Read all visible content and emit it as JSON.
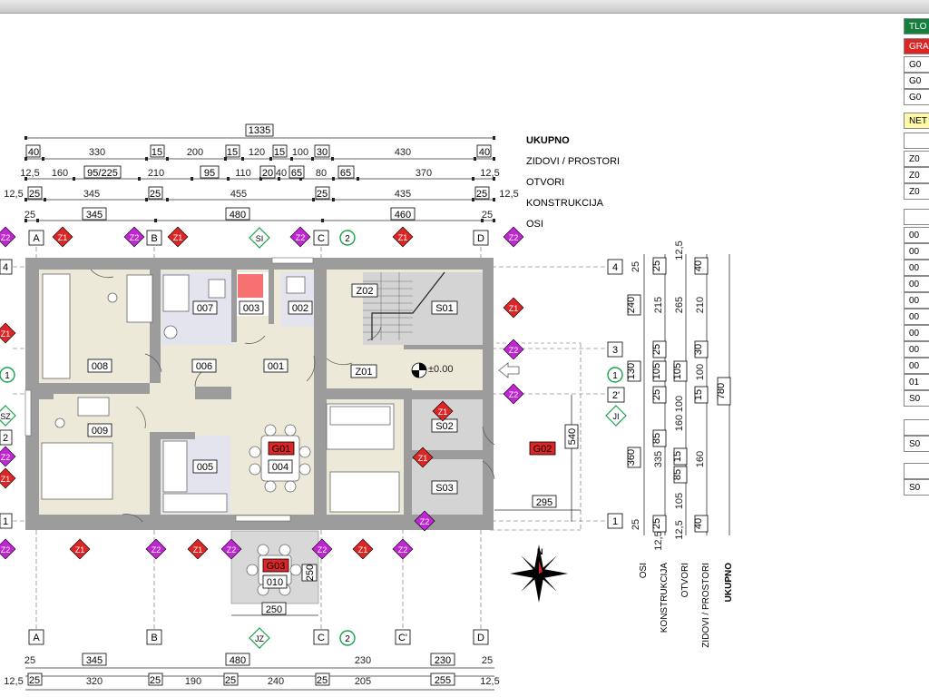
{
  "window": {
    "title": ""
  },
  "overall_length": "1335",
  "row_labels": [
    "UKUPNO",
    "ZIDOVI / PROSTORI",
    "OTVORI",
    "KONSTRUKCIJA",
    "OSI"
  ],
  "dims_top": {
    "row1": [
      "40",
      "330",
      "15",
      "200",
      "15",
      "120",
      "15",
      "100",
      "30",
      "430",
      "40"
    ],
    "row2": [
      "12,5",
      "160",
      "95/225",
      "210",
      "95",
      "110",
      "20",
      "40",
      "65",
      "80",
      "65",
      "370",
      "12,5"
    ],
    "row3": [
      "12,5",
      "25",
      "345",
      "25",
      "455",
      "25",
      "435",
      "25",
      "12,5"
    ],
    "row4": [
      "25",
      "345",
      "480",
      "460",
      "25"
    ]
  },
  "dims_bottom": {
    "row1": [
      "25",
      "345",
      "480",
      "230",
      "230",
      "25"
    ],
    "row2": [
      "12,5",
      "25",
      "320",
      "25",
      "190",
      "25",
      "240",
      "25",
      "205",
      "255",
      "12,5"
    ]
  },
  "axes": {
    "A": "A",
    "B": "B",
    "C": "C",
    "C_prime": "C'",
    "D": "D",
    "ax1": "1",
    "ax2": "2",
    "ax2p": "2'",
    "ax3": "3",
    "ax4": "4"
  },
  "markers": {
    "Z1": "Z1",
    "Z2": "Z2",
    "SI": "SI",
    "JI": "JI",
    "SZ": "SZ",
    "JZ": "JZ",
    "one": "1",
    "two": "2"
  },
  "rooms": {
    "r007": "007",
    "r003": "003",
    "r002": "002",
    "rZ02": "Z02",
    "rS01": "S01",
    "r008": "008",
    "r006": "006",
    "r001": "001",
    "rZ01": "Z01",
    "r009": "009",
    "rS02": "S02",
    "r005": "005",
    "r004": "004",
    "rS03": "S03",
    "r010": "010",
    "G01": "G01",
    "G02": "G02",
    "G03": "G03"
  },
  "level_mark": "±0.00",
  "side_dims": {
    "osi": [
      "25",
      "240",
      "130",
      "360",
      "25"
    ],
    "konstrukcija": [
      "25",
      "215",
      "25",
      "105",
      "25",
      "85",
      "335",
      "25",
      "12,5"
    ],
    "otvori": [
      "12,5",
      "265",
      "105",
      "100",
      "15",
      "85",
      "160",
      "105",
      "12,5"
    ],
    "zidovi": [
      "40",
      "210",
      "30",
      "100",
      "15",
      "160",
      "40"
    ],
    "ukupno": "780",
    "small_540": "540",
    "small_295": "295",
    "terrace_250a": "250",
    "terrace_250b": "250"
  },
  "side_labels": [
    "OSI",
    "KONSTRUKCIJA",
    "OTVORI",
    "ZIDOVI / PROSTORI",
    "UKUPNO"
  ],
  "legend": {
    "tlo": "TLO",
    "gra": "GRA",
    "g1": "G0",
    "g2": "G0",
    "g3": "G0",
    "neto": "NET",
    "z1": "Z0",
    "z2": "Z0",
    "z3": "Z0",
    "o": [
      "00",
      "00",
      "00",
      "00",
      "00",
      "00",
      "00",
      "00",
      "00",
      "01",
      "S0"
    ],
    "s1": "S0",
    "s2": "S0"
  },
  "colors": {
    "floor": "#ece9d8",
    "wall": "#9c9c9c",
    "stair": "#d2d2d2",
    "red": "#dc2626",
    "magenta": "#c026d3",
    "green": "#16a34a",
    "yellow": "#fff8a8"
  }
}
